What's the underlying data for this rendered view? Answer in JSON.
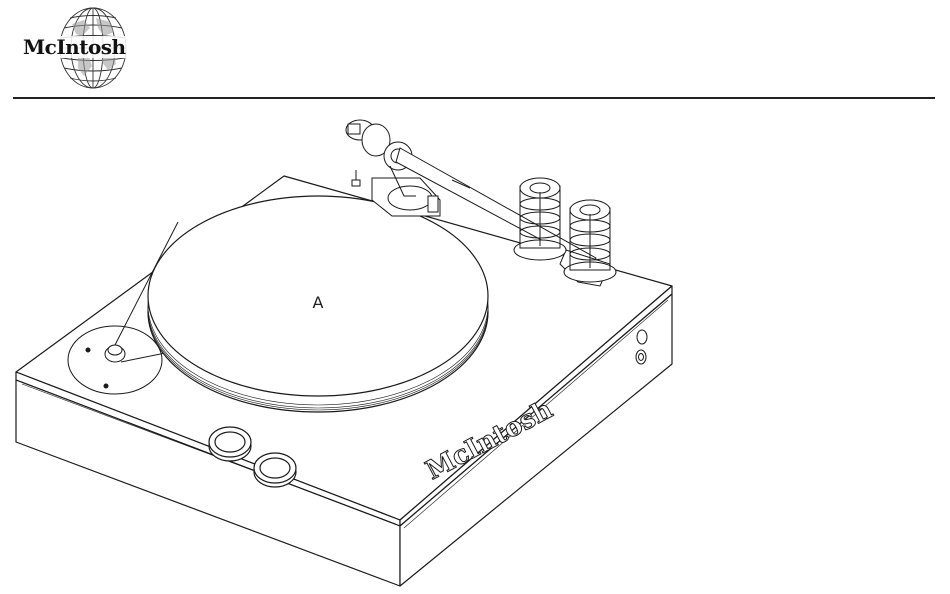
{
  "header": {
    "brand": "McIntosh"
  },
  "illustration": {
    "platter_label": "A",
    "front_brand": "McIntosh"
  }
}
